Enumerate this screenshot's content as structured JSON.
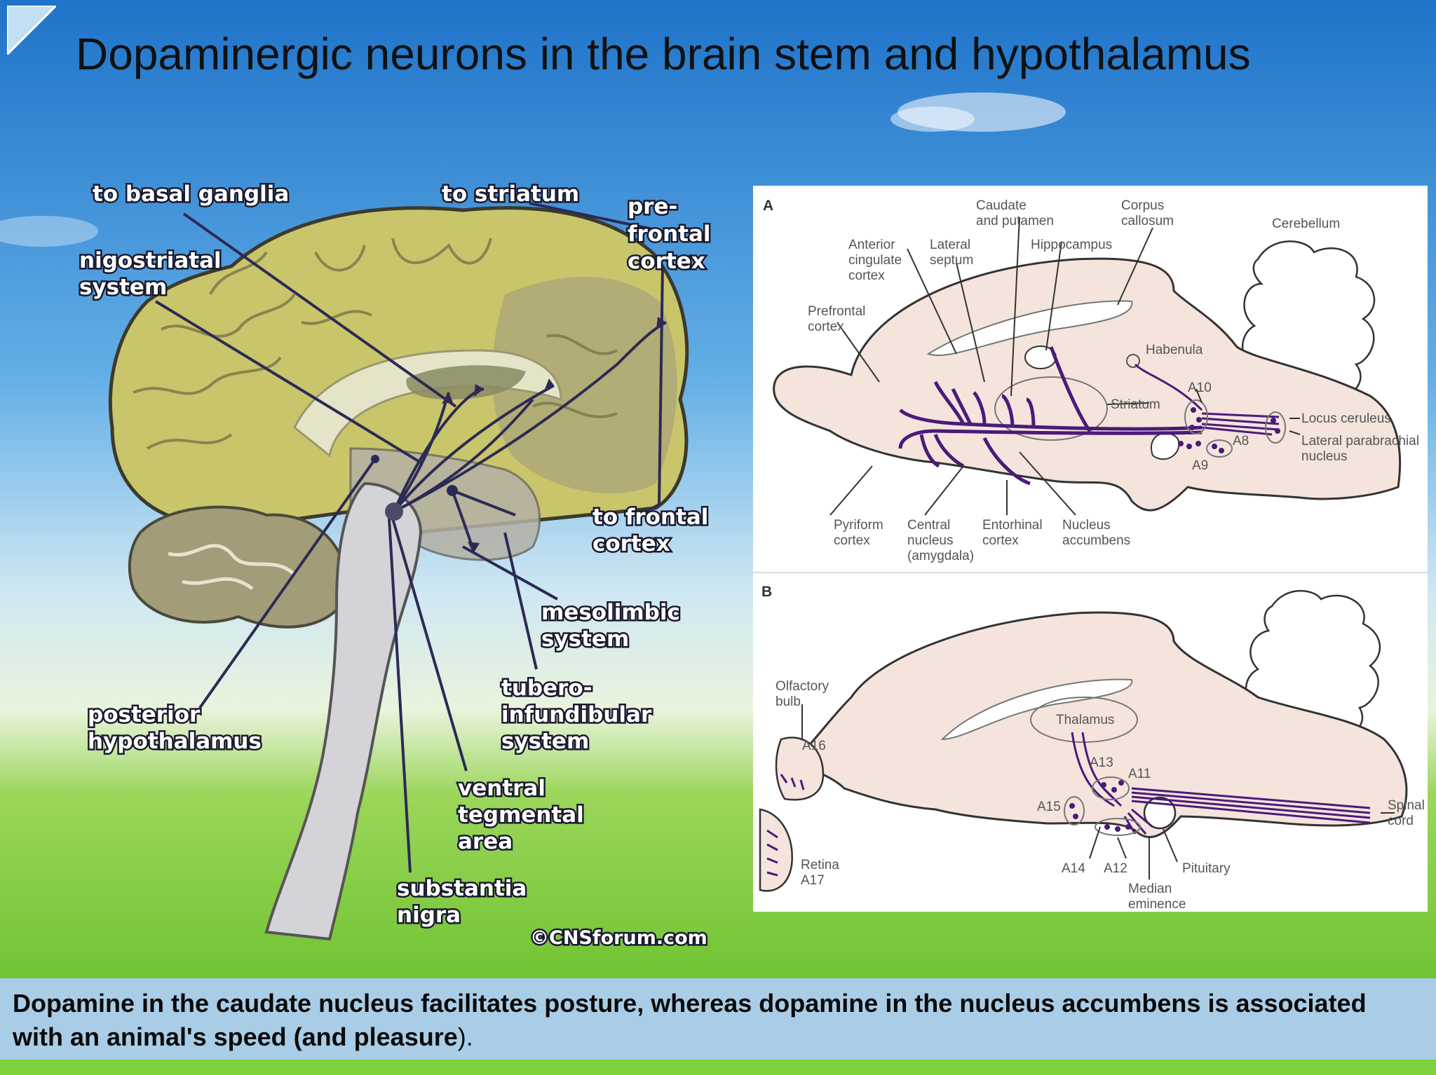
{
  "title": "Dopaminergic neurons in the brain stem and hypothalamus",
  "left_diagram": {
    "labels": {
      "basal": "to basal ganglia",
      "striatum": "to striatum",
      "pre1": "pre-",
      "pre2": "frontal",
      "pre3": "cortex",
      "nigo1": "nigostriatal",
      "nigo2": "system",
      "frontal1": "to frontal",
      "frontal2": "cortex",
      "meso1": "mesolimbic",
      "meso2": "system",
      "tubero1": "tubero-",
      "tubero2": "infundibular",
      "tubero3": "system",
      "posterior1": "posterior",
      "posterior2": "hypothalamus",
      "vta1": "ventral",
      "vta2": "tegmental",
      "vta3": "area",
      "sn1": "substantia",
      "sn2": "nigra",
      "copyright": "©CNSforum.com"
    }
  },
  "panel_a": {
    "letter": "A",
    "labels": {
      "caudate1": "Caudate",
      "caudate2": "and putamen",
      "corpus1": "Corpus",
      "corpus2": "callosum",
      "cerebellum": "Cerebellum",
      "anterior1": "Anterior",
      "anterior2": "cingulate",
      "anterior3": "cortex",
      "lateral1": "Lateral",
      "lateral2": "septum",
      "hippocampus": "Hippocampus",
      "prefrontal1": "Prefrontal",
      "prefrontal2": "cortex",
      "habenula": "Habenula",
      "a10": "A10",
      "striatum": "Striatum",
      "locus": "Locus ceruleus",
      "lpn1": "Lateral parabrachial",
      "lpn2": "nucleus",
      "a8": "A8",
      "a9": "A9",
      "pyriform1": "Pyriform",
      "pyriform2": "cortex",
      "central1": "Central",
      "central2": "nucleus",
      "central3": "(amygdala)",
      "entorhinal1": "Entorhinal",
      "entorhinal2": "cortex",
      "accumbens1": "Nucleus",
      "accumbens2": "accumbens"
    }
  },
  "panel_b": {
    "letter": "B",
    "labels": {
      "olfactory1": "Olfactory",
      "olfactory2": "bulb",
      "a16": "A16",
      "thalamus": "Thalamus",
      "a13": "A13",
      "a11": "A11",
      "a15": "A15",
      "spinal1": "Spinal",
      "spinal2": "cord",
      "retina": "Retina",
      "a17": "A17",
      "a14": "A14",
      "a12": "A12",
      "pituitary": "Pituitary",
      "median1": "Median",
      "median2": "eminence"
    }
  },
  "caption": {
    "bold": "Dopamine in the caudate nucleus facilitates posture, whereas dopamine in the nucleus accumbens is associated with an animal's speed (and pleasure",
    "tail": ")."
  },
  "colors": {
    "sky_top": "#1f73c9",
    "grass": "#6cc62a",
    "caption_band": "#a9cde6",
    "pathway": "#4b1a7a",
    "brain_panel_fill": "#f4e4dc"
  }
}
